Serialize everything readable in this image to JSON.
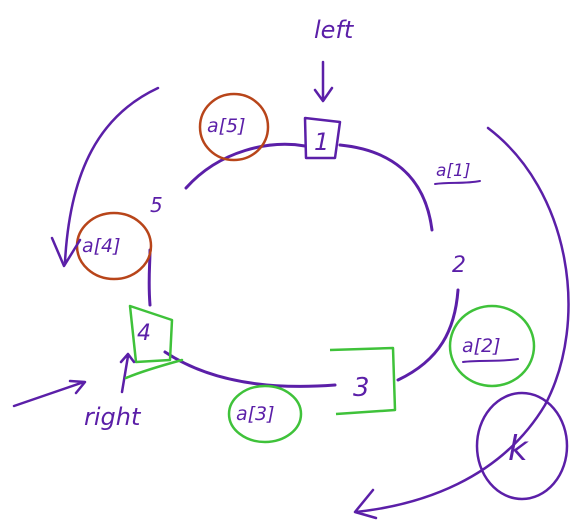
{
  "labels": {
    "left": "left",
    "right": "right",
    "k": "k"
  },
  "nodes": [
    {
      "id": "1",
      "label": "1",
      "box_color": "#5b1fa8"
    },
    {
      "id": "2",
      "label": "2",
      "box_color": null
    },
    {
      "id": "3",
      "label": "3",
      "box_color": "#3fc23a"
    },
    {
      "id": "4",
      "label": "4",
      "box_color": "#3fc23a"
    },
    {
      "id": "5",
      "label": "5",
      "box_color": null
    }
  ],
  "edge_labels": {
    "a1": "a[1]",
    "a2": "a[2]",
    "a3": "a[3]",
    "a4": "a[4]",
    "a5": "a[5]"
  },
  "colors": {
    "ink": "#5b1fa8",
    "green": "#3fc23a",
    "brown": "#b8451a"
  }
}
